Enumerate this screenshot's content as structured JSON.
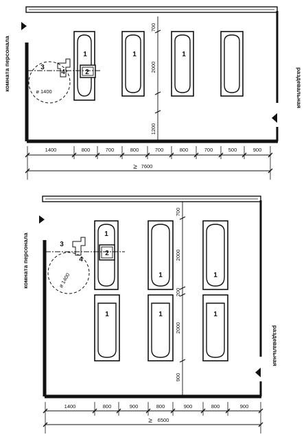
{
  "plan1": {
    "left_label": "комната персонала",
    "right_label": "раздевальная",
    "vdims": [
      "700",
      "2000",
      "1200"
    ],
    "hdims": [
      "1400",
      "800",
      "700",
      "800",
      "700",
      "800",
      "700",
      "500",
      "900"
    ],
    "total_symbol": "≥",
    "total": "7600",
    "diameter": "ø 1400",
    "tags": [
      "1",
      "1",
      "1",
      "2",
      "3",
      "4"
    ]
  },
  "plan2": {
    "left_label": "комната персонала",
    "right_label": "раздевальная",
    "vdims": [
      "700",
      "2000",
      "200",
      "2000",
      "900"
    ],
    "hdims": [
      "1400",
      "800",
      "900",
      "800",
      "900",
      "800",
      "900"
    ],
    "total_symbol": "≥",
    "total": "6500",
    "diameter": "ø 1400",
    "tags": [
      "1",
      "1",
      "1",
      "1",
      "1",
      "1",
      "2",
      "3",
      "4"
    ]
  }
}
